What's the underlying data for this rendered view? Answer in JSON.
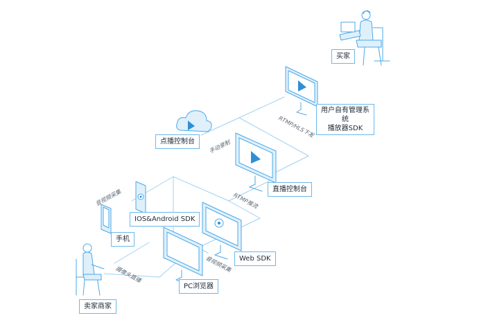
{
  "colors": {
    "line": "#4aa8e8",
    "fill": "#dff0fb",
    "accent": "#2f8fd6",
    "box_border": "#6ab8ec"
  },
  "nodes": {
    "buyer": "买家",
    "user_system_line1": "用户自有管理系统",
    "user_system_line2": "播放器SDK",
    "vod_console": "点播控制台",
    "live_console": "直播控制台",
    "mobile_sdk": "IOS&Android SDK",
    "phone": "手机",
    "web_sdk": "Web SDK",
    "pc_browser": "PC浏览器",
    "seller": "卖家商家"
  },
  "edges": {
    "rtmp_hls": "RTMP/HLS下发",
    "manual_record": "手动录制",
    "rtmp_push": "RTMP推流",
    "av_capture_phone": "音视频采集",
    "av_capture_web": "音视频采集",
    "camera_live": "摄像头直播"
  },
  "icons": {
    "buyer": "person-at-laptop-icon",
    "user_system": "monitor-play-icon",
    "vod_console": "cloud-play-icon",
    "live_console": "monitor-play-icon",
    "mobile_sdk": "phone-gear-icon",
    "phone": "smartphone-icon",
    "web_sdk": "monitor-gear-icon",
    "pc_browser": "monitor-icon",
    "seller": "person-seated-icon"
  }
}
